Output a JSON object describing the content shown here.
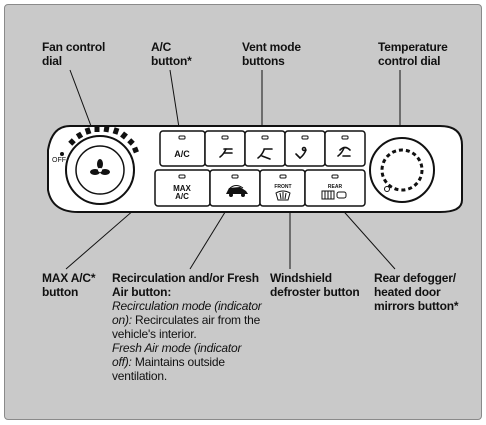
{
  "labels": {
    "fan_control": [
      "Fan control",
      "dial"
    ],
    "ac_button": [
      "A/C",
      "button*"
    ],
    "vent_mode": [
      "Vent mode",
      "buttons"
    ],
    "temperature": [
      "Temperature",
      "control dial"
    ],
    "max_ac": [
      "MAX A/C*",
      "button"
    ],
    "recirculation": [
      "Recirculation and/or Fresh",
      "Air button:"
    ],
    "windshield": [
      "Windshield",
      "defroster button"
    ],
    "rear_defogger": [
      "Rear defogger/",
      "heated door",
      "mirrors button*"
    ]
  },
  "recirc_description": {
    "recirc_mode_italic": "Recirculation mode (indicator on):",
    "recirc_mode_text": " Recirculates air from the vehicle's interior.",
    "fresh_mode_italic": "Fresh Air mode (indicator off):",
    "fresh_mode_text": " Maintains outside ventilation."
  },
  "panel": {
    "off_label": "OFF",
    "ac_label": "A/C",
    "max_label_1": "MAX",
    "max_label_2": "A/C",
    "front_label": "FRONT",
    "rear_label": "REAR"
  },
  "colors": {
    "background": "#c9c9c9",
    "panel": "#ffffff",
    "ink": "#111111"
  }
}
